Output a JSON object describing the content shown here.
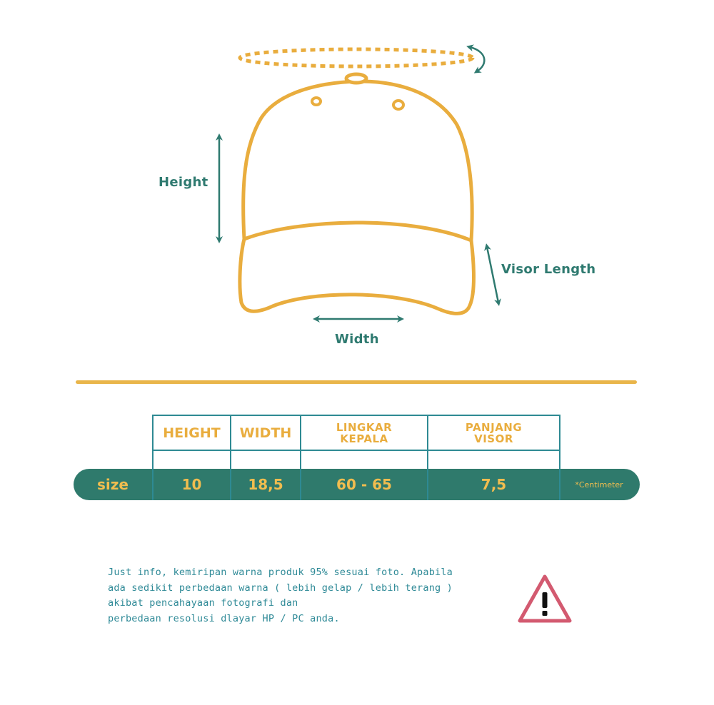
{
  "diagram": {
    "labels": {
      "height": "Height",
      "visor_length": "Visor Length",
      "width": "Width"
    },
    "colors": {
      "cap_outline": "#e9ad3e",
      "arrow": "#2f7a70",
      "divider": "#e9b54a"
    }
  },
  "size_table": {
    "headers": {
      "height": "HEIGHT",
      "width": "WIDTH",
      "lingkar_kepala": [
        "LINGKAR",
        "KEPALA"
      ],
      "panjang_visor": [
        "PANJANG",
        "VISOR"
      ]
    },
    "row": {
      "label": "size",
      "height": "10",
      "width": "18,5",
      "lingkar_kepala": "60 - 65",
      "panjang_visor": "7,5"
    },
    "unit_note": "*Centimeter",
    "colors": {
      "band": "#2f7a6c",
      "grid": "#2e8a93",
      "text": "#f1bd4f"
    }
  },
  "note": {
    "lines": [
      "Just info, kemiripan warna produk 95% sesuai foto. Apabila",
      "ada sedikit perbedaan warna ( lebih gelap / lebih terang )",
      "akibat pencahayaan fotografi dan",
      "perbedaan resolusi dlayar HP / PC anda."
    ],
    "warning_icon": "warning-triangle-icon",
    "warning_color": "#d35a70"
  }
}
